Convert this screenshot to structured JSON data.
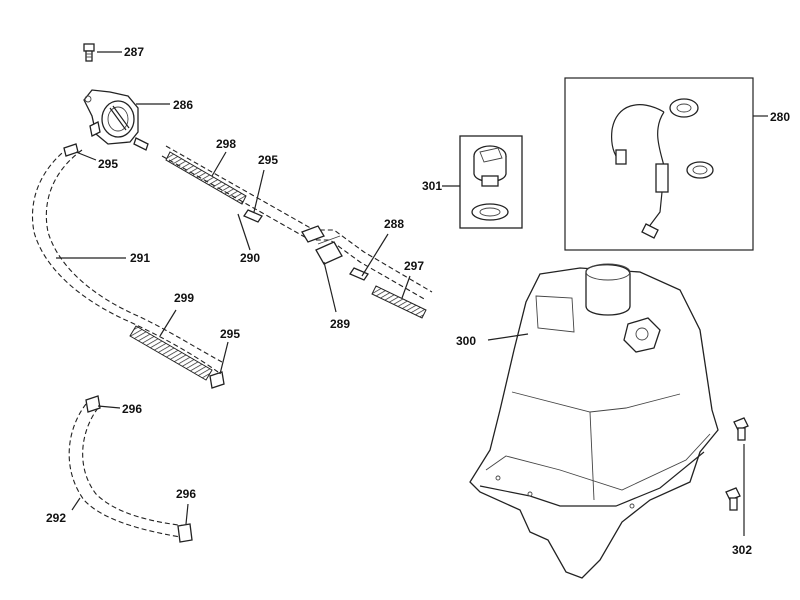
{
  "diagram": {
    "callouts": {
      "c287": "287",
      "c286": "286",
      "c295_top": "295",
      "c298": "298",
      "c295_mid": "295",
      "c291": "291",
      "c290": "290",
      "c288": "288",
      "c297": "297",
      "c299": "299",
      "c289": "289",
      "c295_low": "295",
      "c296_top": "296",
      "c292": "292",
      "c296_low": "296",
      "c301": "301",
      "c280": "280",
      "c300": "300",
      "c302": "302"
    }
  }
}
